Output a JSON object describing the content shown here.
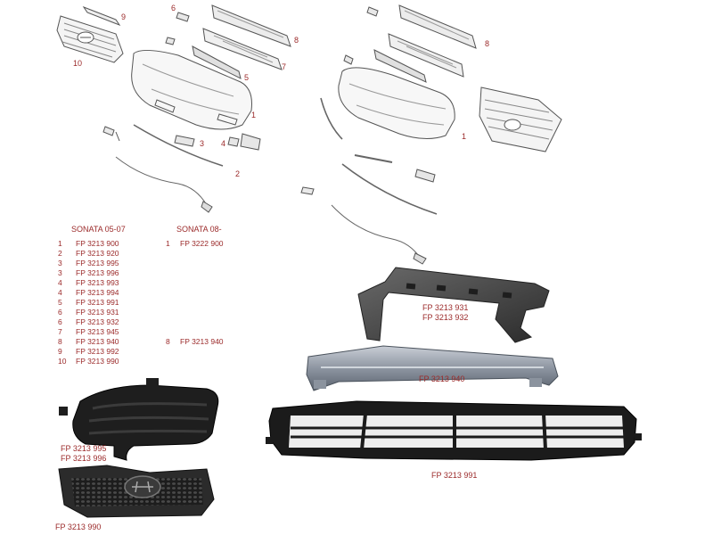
{
  "callouts_left": [
    "9",
    "6",
    "8",
    "7",
    "10",
    "5",
    "1",
    "3",
    "4",
    "2"
  ],
  "callouts_right": [
    "8",
    "1"
  ],
  "table": {
    "header_left": "SONATA  05-07",
    "header_right": "SONATA 08-",
    "rows_left": [
      {
        "n": "1",
        "code": "FP 3213 900"
      },
      {
        "n": "2",
        "code": "FP 3213 920"
      },
      {
        "n": "3",
        "code": "FP 3213 995"
      },
      {
        "n": "3",
        "code": "FP 3213 996"
      },
      {
        "n": "4",
        "code": "FP 3213 993"
      },
      {
        "n": "4",
        "code": "FP 3213 994"
      },
      {
        "n": "5",
        "code": "FP 3213 991"
      },
      {
        "n": "6",
        "code": "FP 3213 931"
      },
      {
        "n": "6",
        "code": "FP 3213 932"
      },
      {
        "n": "7",
        "code": "FP 3213 945"
      },
      {
        "n": "8",
        "code": "FP 3213 940"
      },
      {
        "n": "9",
        "code": "FP 3213 992"
      },
      {
        "n": "10",
        "code": "FP 3213 990"
      }
    ],
    "rows_right": [
      {
        "n": "1",
        "code": "FP 3222 900"
      },
      {
        "n": "8",
        "code": "FP 3213 940"
      }
    ]
  },
  "captions": {
    "bracket": [
      "FP 3213 931",
      "FP 3213 932"
    ],
    "beam": "FP 3213 940",
    "fog": [
      "FP 3213 995",
      "FP 3213 996"
    ],
    "lower_grille": "FP 3213 991",
    "grille": "FP 3213 990"
  },
  "colors": {
    "label_red": "#9b2a2a",
    "part_dark": "#2a2a2a",
    "sketch": "#555555"
  }
}
